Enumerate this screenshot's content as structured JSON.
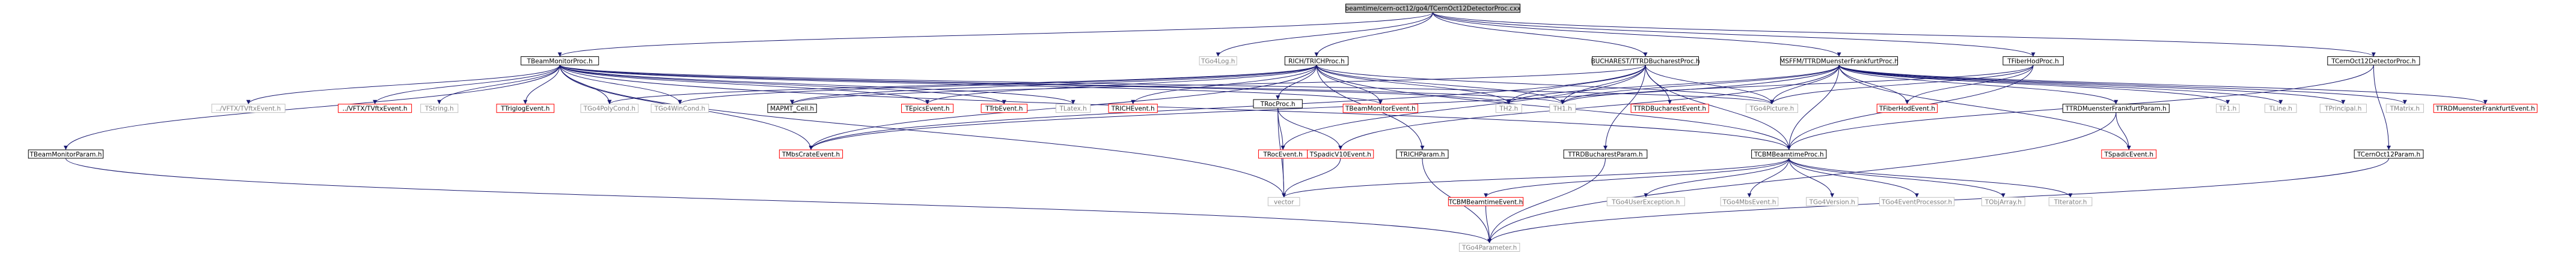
{
  "colors": {
    "border_black": "#000000",
    "border_red": "#ff0000",
    "border_gray": "#bfbfbf",
    "root_fill": "#bfbfbf",
    "text": "#000000",
    "text_gray": "#808080",
    "edge": "#191970"
  },
  "nodes": [
    {
      "id": "root",
      "label": "beamtime/cern-oct12/go4/TCernOct12DetectorProc.cxx",
      "style": "root"
    },
    {
      "id": "tbeammonitorproc",
      "label": "TBeamMonitorProc.h",
      "style": "black"
    },
    {
      "id": "tgo4logh",
      "label": "TGo4Log.h",
      "style": "gray"
    },
    {
      "id": "richtrichproc",
      "label": "RICH/TRICHProc.h",
      "style": "black"
    },
    {
      "id": "buchtrdproc",
      "label": "BUCHAREST/TTRDBucharestProc.h",
      "style": "black"
    },
    {
      "id": "msfftrdproc",
      "label": "MSFFM/TTRDMuensterFrankfurtProc.h",
      "style": "black"
    },
    {
      "id": "tfiberhodproc",
      "label": "TFiberHodProc.h",
      "style": "black"
    },
    {
      "id": "tcernoct12detproc",
      "label": "TCernOct12DetectorProc.h",
      "style": "black"
    },
    {
      "id": "vftxtvftxevent1",
      "label": "../VFTX/TVftxEvent.h",
      "style": "gray"
    },
    {
      "id": "vftxtvftxevent2",
      "label": "../VFTX/TVftxEvent.h",
      "style": "red"
    },
    {
      "id": "tstring",
      "label": "TString.h",
      "style": "gray"
    },
    {
      "id": "ttriglogevent",
      "label": "TTriglogEvent.h",
      "style": "red"
    },
    {
      "id": "tgo4polycond",
      "label": "TGo4PolyCond.h",
      "style": "gray"
    },
    {
      "id": "tgo4wincond",
      "label": "TGo4WinCond.h",
      "style": "gray"
    },
    {
      "id": "mapmtcell",
      "label": "MAPMT_Cell.h",
      "style": "black"
    },
    {
      "id": "tepicsevent",
      "label": "TEpicsEvent.h",
      "style": "red"
    },
    {
      "id": "ttrbevent",
      "label": "TTrbEvent.h",
      "style": "red"
    },
    {
      "id": "tlatex",
      "label": "TLatex.h",
      "style": "gray"
    },
    {
      "id": "trichevent",
      "label": "TRICHEvent.h",
      "style": "red"
    },
    {
      "id": "tbeammonitorevent",
      "label": "TBeamMonitorEvent.h",
      "style": "red"
    },
    {
      "id": "th2",
      "label": "TH2.h",
      "style": "gray"
    },
    {
      "id": "th1",
      "label": "TH1.h",
      "style": "gray"
    },
    {
      "id": "ttrdbucharestevent",
      "label": "TTRDBucharestEvent.h",
      "style": "red"
    },
    {
      "id": "tgo4picture",
      "label": "TGo4Picture.h",
      "style": "gray"
    },
    {
      "id": "tfiberhodevent",
      "label": "TFiberHodEvent.h",
      "style": "red"
    },
    {
      "id": "ttrdmfparam",
      "label": "TTRDMuensterFrankfurtParam.h",
      "style": "black"
    },
    {
      "id": "tf1",
      "label": "TF1.h",
      "style": "gray"
    },
    {
      "id": "tline",
      "label": "TLine.h",
      "style": "gray"
    },
    {
      "id": "tprincipal",
      "label": "TPrincipal.h",
      "style": "gray"
    },
    {
      "id": "tmatrix",
      "label": "TMatrix.h",
      "style": "gray"
    },
    {
      "id": "ttrdmfevent",
      "label": "TTRDMuensterFrankfurtEvent.h",
      "style": "red"
    },
    {
      "id": "tbeammonitorparam",
      "label": "TBeamMonitorParam.h",
      "style": "black"
    },
    {
      "id": "tmbscrateevent",
      "label": "TMbsCrateEvent.h",
      "style": "red"
    },
    {
      "id": "trocproc",
      "label": "TRocProc.h",
      "style": "black"
    },
    {
      "id": "trocevent",
      "label": "TRocEvent.h",
      "style": "red"
    },
    {
      "id": "tspadicv10event",
      "label": "TSpadicV10Event.h",
      "style": "red"
    },
    {
      "id": "trichparam",
      "label": "TRICHParam.h",
      "style": "black"
    },
    {
      "id": "ttrdbucharestparam",
      "label": "TTRDBucharestParam.h",
      "style": "black"
    },
    {
      "id": "tcbmbeamtimeproc",
      "label": "TCBMBeamtimeProc.h",
      "style": "black"
    },
    {
      "id": "tspadicevent",
      "label": "TSpadicEvent.h",
      "style": "red"
    },
    {
      "id": "tcernoct12param",
      "label": "TCernOct12Param.h",
      "style": "black"
    },
    {
      "id": "vector",
      "label": "vector",
      "style": "gray"
    },
    {
      "id": "tcbmbeamtimeevent",
      "label": "TCBMBeamtimeEvent.h",
      "style": "red"
    },
    {
      "id": "tgo4userexception",
      "label": "TGo4UserException.h",
      "style": "gray"
    },
    {
      "id": "tgo4mbsevent",
      "label": "TGo4MbsEvent.h",
      "style": "gray"
    },
    {
      "id": "tgo4version",
      "label": "TGo4Version.h",
      "style": "gray"
    },
    {
      "id": "tgo4eventprocessor",
      "label": "TGo4EventProcessor.h",
      "style": "gray"
    },
    {
      "id": "tobjarray",
      "label": "TObjArray.h",
      "style": "gray"
    },
    {
      "id": "titerator",
      "label": "TIterator.h",
      "style": "gray"
    },
    {
      "id": "tgo4parameter",
      "label": "TGo4Parameter.h",
      "style": "gray"
    }
  ],
  "edges": [
    [
      "root",
      "tbeammonitorproc"
    ],
    [
      "root",
      "tgo4logh"
    ],
    [
      "root",
      "richtrichproc"
    ],
    [
      "root",
      "buchtrdproc"
    ],
    [
      "root",
      "msfftrdproc"
    ],
    [
      "root",
      "tfiberhodproc"
    ],
    [
      "root",
      "tcernoct12detproc"
    ],
    [
      "tbeammonitorproc",
      "vftxtvftxevent1"
    ],
    [
      "tbeammonitorproc",
      "vftxtvftxevent2"
    ],
    [
      "tbeammonitorproc",
      "tstring"
    ],
    [
      "tbeammonitorproc",
      "ttriglogevent"
    ],
    [
      "tbeammonitorproc",
      "tgo4polycond"
    ],
    [
      "tbeammonitorproc",
      "tgo4wincond"
    ],
    [
      "tbeammonitorproc",
      "tepicsevent"
    ],
    [
      "tbeammonitorproc",
      "ttrbevent"
    ],
    [
      "tbeammonitorproc",
      "tlatex"
    ],
    [
      "tbeammonitorproc",
      "tbeammonitorevent"
    ],
    [
      "tbeammonitorproc",
      "th2"
    ],
    [
      "tbeammonitorproc",
      "th1"
    ],
    [
      "tbeammonitorproc",
      "tgo4picture"
    ],
    [
      "tbeammonitorproc",
      "tbeammonitorparam"
    ],
    [
      "tbeammonitorproc",
      "tmbscrateevent"
    ],
    [
      "tbeammonitorproc",
      "tcbmbeamtimeproc"
    ],
    [
      "tbeammonitorproc",
      "vector"
    ],
    [
      "richtrichproc",
      "tgo4polycond"
    ],
    [
      "richtrichproc",
      "tgo4wincond"
    ],
    [
      "richtrichproc",
      "mapmtcell"
    ],
    [
      "richtrichproc",
      "trichevent"
    ],
    [
      "richtrichproc",
      "th2"
    ],
    [
      "richtrichproc",
      "th1"
    ],
    [
      "richtrichproc",
      "tgo4picture"
    ],
    [
      "richtrichproc",
      "trocproc"
    ],
    [
      "richtrichproc",
      "trichparam"
    ],
    [
      "richtrichproc",
      "tcbmbeamtimeproc"
    ],
    [
      "richtrichproc",
      "tmbscrateevent"
    ],
    [
      "richtrichproc",
      "tbeammonitorevent"
    ],
    [
      "richtrichproc",
      "tepicsevent"
    ],
    [
      "buchtrdproc",
      "mapmtcell"
    ],
    [
      "buchtrdproc",
      "th2"
    ],
    [
      "buchtrdproc",
      "th1"
    ],
    [
      "buchtrdproc",
      "ttrdbucharestevent"
    ],
    [
      "buchtrdproc",
      "tgo4picture"
    ],
    [
      "buchtrdproc",
      "ttrdbucharestparam"
    ],
    [
      "buchtrdproc",
      "tcbmbeamtimeproc"
    ],
    [
      "buchtrdproc",
      "tmbscrateevent"
    ],
    [
      "buchtrdproc",
      "trocevent"
    ],
    [
      "msfftrdproc",
      "th2"
    ],
    [
      "msfftrdproc",
      "th1"
    ],
    [
      "msfftrdproc",
      "tgo4picture"
    ],
    [
      "msfftrdproc",
      "tfiberhodevent"
    ],
    [
      "msfftrdproc",
      "ttrdmfparam"
    ],
    [
      "msfftrdproc",
      "tf1"
    ],
    [
      "msfftrdproc",
      "tline"
    ],
    [
      "msfftrdproc",
      "tprincipal"
    ],
    [
      "msfftrdproc",
      "tmatrix"
    ],
    [
      "msfftrdproc",
      "ttrdmfevent"
    ],
    [
      "msfftrdproc",
      "tspadicevent"
    ],
    [
      "msfftrdproc",
      "tcbmbeamtimeproc"
    ],
    [
      "msfftrdproc",
      "tmbscrateevent"
    ],
    [
      "msfftrdproc",
      "tspadicv10event"
    ],
    [
      "tfiberhodproc",
      "tfiberhodevent"
    ],
    [
      "tfiberhodproc",
      "tgo4picture"
    ],
    [
      "tfiberhodproc",
      "th1"
    ],
    [
      "tfiberhodproc",
      "tcbmbeamtimeproc"
    ],
    [
      "tcernoct12detproc",
      "tcbmbeamtimeproc"
    ],
    [
      "tcernoct12detproc",
      "tcernoct12param"
    ],
    [
      "trocproc",
      "trocevent"
    ],
    [
      "trocproc",
      "vector"
    ],
    [
      "trocproc",
      "tspadicv10event"
    ],
    [
      "tspadicv10event",
      "vector"
    ],
    [
      "trocevent",
      "vector"
    ],
    [
      "ttrdmfparam",
      "tgo4parameter"
    ],
    [
      "ttrdmfparam",
      "tspadicevent"
    ],
    [
      "tbeammonitorparam",
      "tgo4parameter"
    ],
    [
      "trichparam",
      "tgo4parameter"
    ],
    [
      "ttrdbucharestparam",
      "tgo4parameter"
    ],
    [
      "tcernoct12param",
      "tgo4parameter"
    ],
    [
      "tcbmbeamtimeproc",
      "tcbmbeamtimeevent"
    ],
    [
      "tcbmbeamtimeproc",
      "tgo4userexception"
    ],
    [
      "tcbmbeamtimeproc",
      "tgo4mbsevent"
    ],
    [
      "tcbmbeamtimeproc",
      "tgo4version"
    ],
    [
      "tcbmbeamtimeproc",
      "tgo4eventprocessor"
    ],
    [
      "tcbmbeamtimeproc",
      "tobjarray"
    ],
    [
      "tcbmbeamtimeproc",
      "titerator"
    ],
    [
      "tcbmbeamtimeproc",
      "vector"
    ],
    [
      "tcbmbeamtimeevent",
      "tgo4parameter"
    ]
  ]
}
